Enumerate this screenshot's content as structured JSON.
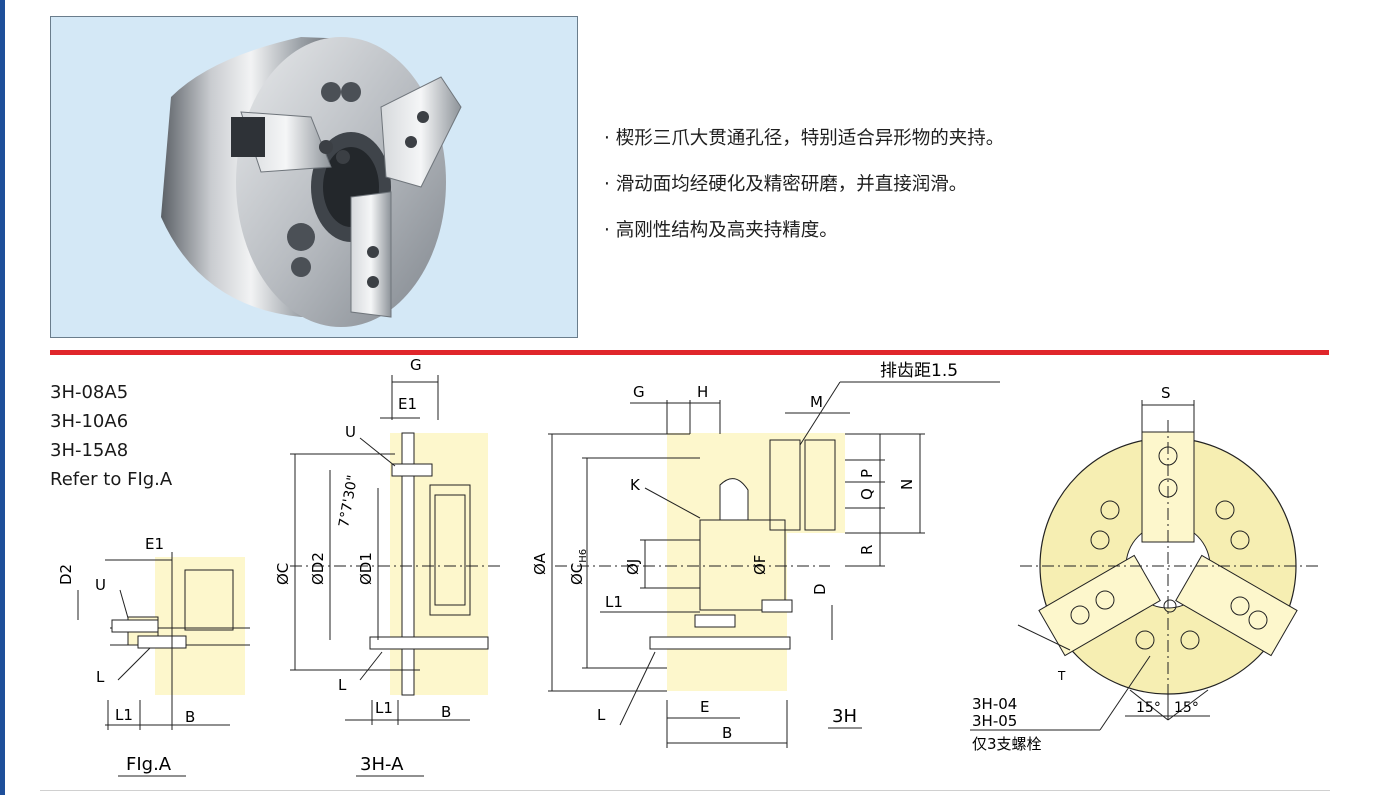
{
  "features": [
    "· 楔形三爪大贯通孔径，特别适合异形物的夹持。",
    "· 滑动面均经硬化及精密研磨，并直接润滑。",
    "· 高刚性结构及高夹持精度。"
  ],
  "models": [
    "3H-08A5",
    "3H-10A6",
    "3H-15A8",
    "Refer to FIg.A"
  ],
  "figA": {
    "caption": "FIg.A",
    "labels": {
      "d2": "D2",
      "e1": "E1",
      "u": "U",
      "l": "L",
      "l1": "L1",
      "b": "B"
    }
  },
  "fig3HA": {
    "caption": "3H-A",
    "labels": {
      "g": "G",
      "e1": "E1",
      "u": "U",
      "angle": "7°7'30\"",
      "c": "ØC",
      "d2": "ØD2",
      "d1": "ØD1",
      "l": "L",
      "l1": "L1",
      "b": "B"
    }
  },
  "fig3H": {
    "caption": "3H",
    "labels": {
      "pitch": "排齿距1.5",
      "g": "G",
      "h": "H",
      "m": "M",
      "k": "K",
      "a": "ØA",
      "ch6": "ØC",
      "ch6_sub": "H6",
      "j": "ØJ",
      "f": "ØF",
      "l1": "L1",
      "l": "L",
      "e": "E",
      "b": "B",
      "d": "D",
      "p": "P",
      "q": "Q",
      "n": "N",
      "r": "R"
    }
  },
  "front": {
    "s": "S",
    "t": "T",
    "angle1": "15°",
    "angle2": "15°",
    "note_line1": "3H-04",
    "note_line2": "3H-05",
    "note_line3": "仅3支螺栓"
  },
  "colors": {
    "accent_red": "#e0262b",
    "drawing_fill": "#fdf7cc",
    "front_fill": "#f6eeb2",
    "photo_bg": "#d4e8f6",
    "left_bar": "#1e4f9a"
  }
}
